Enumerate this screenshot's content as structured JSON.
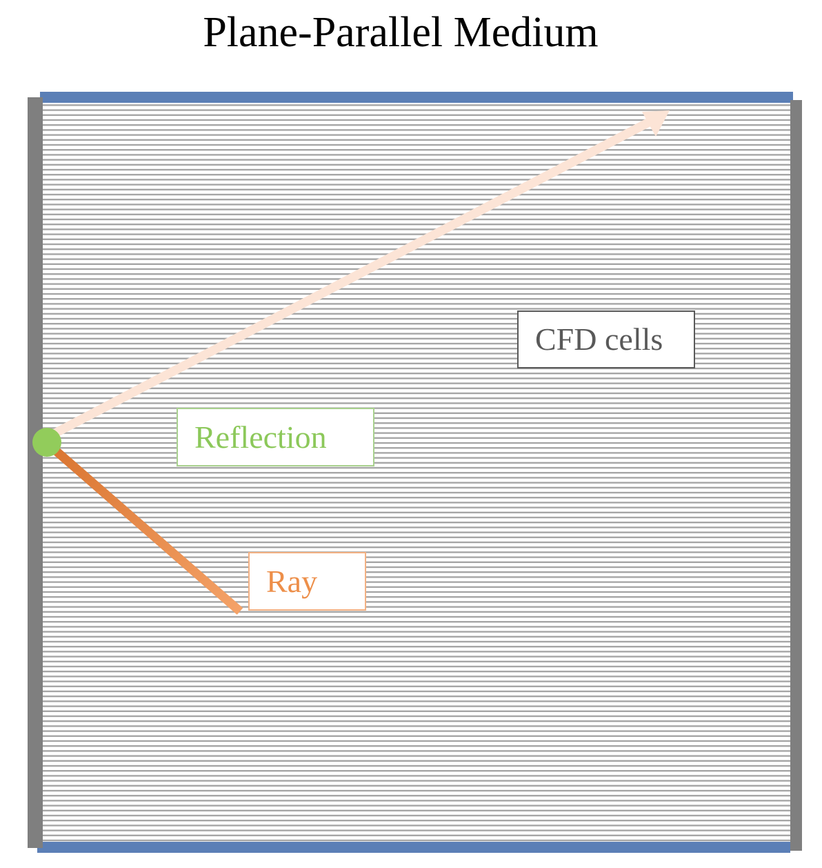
{
  "title": "Plane-Parallel Medium",
  "labels": {
    "cfd_cells": "CFD cells",
    "reflection": "Reflection",
    "ray": "Ray"
  },
  "colors": {
    "top_bottom_wall": "#5b7fb6",
    "side_wall": "#7f7f7f",
    "cell_lines": "#a6a6a6",
    "reflected_ray": "#fce4d6",
    "incident_ray": "#e6813e",
    "reflection_point": "#92cc5b",
    "cfd_label": "#595959",
    "reflection_label": "#8cc85a",
    "ray_label": "#ed8f4a"
  }
}
